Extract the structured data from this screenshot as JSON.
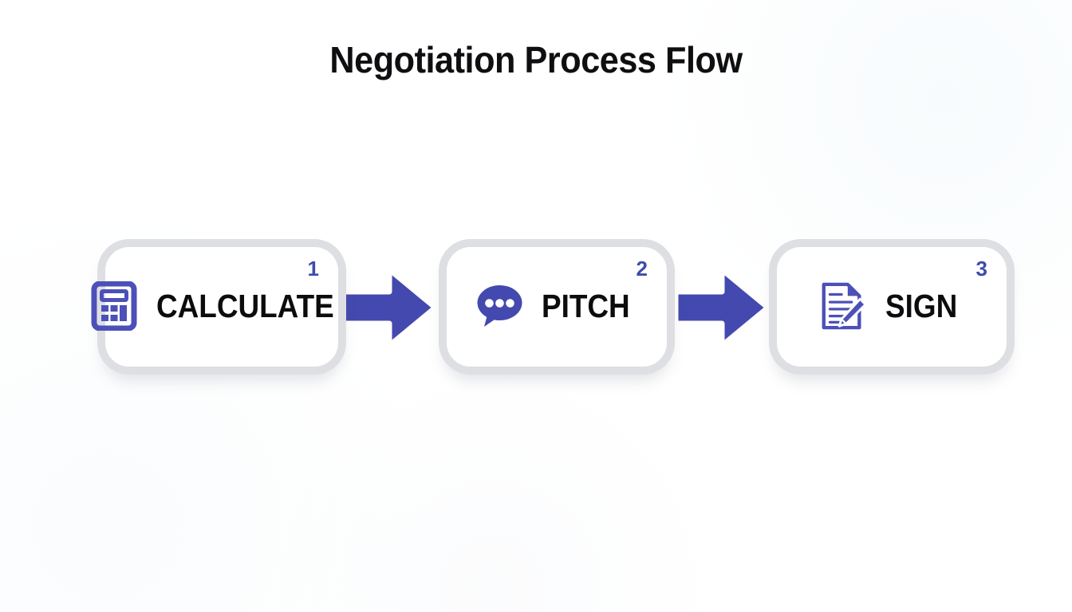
{
  "page": {
    "title": "Negotiation Process Flow",
    "background_color": "#ffffff",
    "title_color": "#0f0f12"
  },
  "theme": {
    "accent_blue": "#4349ae",
    "icon_blue": "#4c50b8",
    "number_blue": "#3f4cab",
    "card_border": "#dedfe3",
    "card_fill": "#ffffff",
    "label_color": "#0c0c0e"
  },
  "flow": {
    "steps": [
      {
        "number": "1",
        "label": "CALCULATE",
        "icon": "calculator-icon"
      },
      {
        "number": "2",
        "label": "PITCH",
        "icon": "speech-bubble-icon"
      },
      {
        "number": "3",
        "label": "SIGN",
        "icon": "document-pencil-icon"
      }
    ],
    "connectors": [
      {
        "icon": "arrow-right-icon",
        "from": "1",
        "to": "2"
      },
      {
        "icon": "arrow-right-icon",
        "from": "2",
        "to": "3"
      }
    ]
  }
}
